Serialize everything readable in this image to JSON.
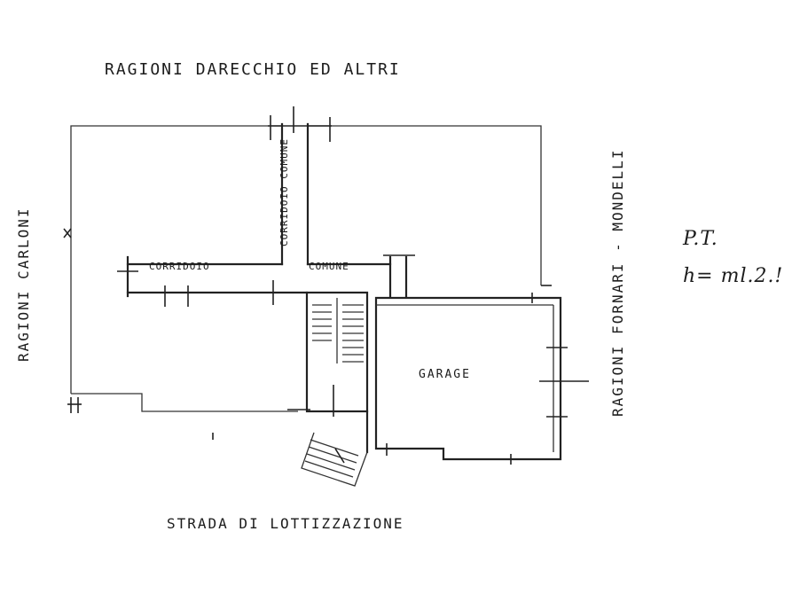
{
  "labels": {
    "top": "RAGIONI DARECCHIO ED ALTRI",
    "bottom": "STRADA DI LOTTIZZAZIONE",
    "left": "RAGIONI CARLONI",
    "right": "RAGIONI FORNARI - MONDELLI",
    "corridor_vertical": "CORRIDOIO COMUNE",
    "corridor_left": "CORRIDOIO",
    "corridor_right": "COMUNE",
    "garage": "GARAGE"
  },
  "note": {
    "floor": "P.T.",
    "height": "h= ml.2.!"
  }
}
